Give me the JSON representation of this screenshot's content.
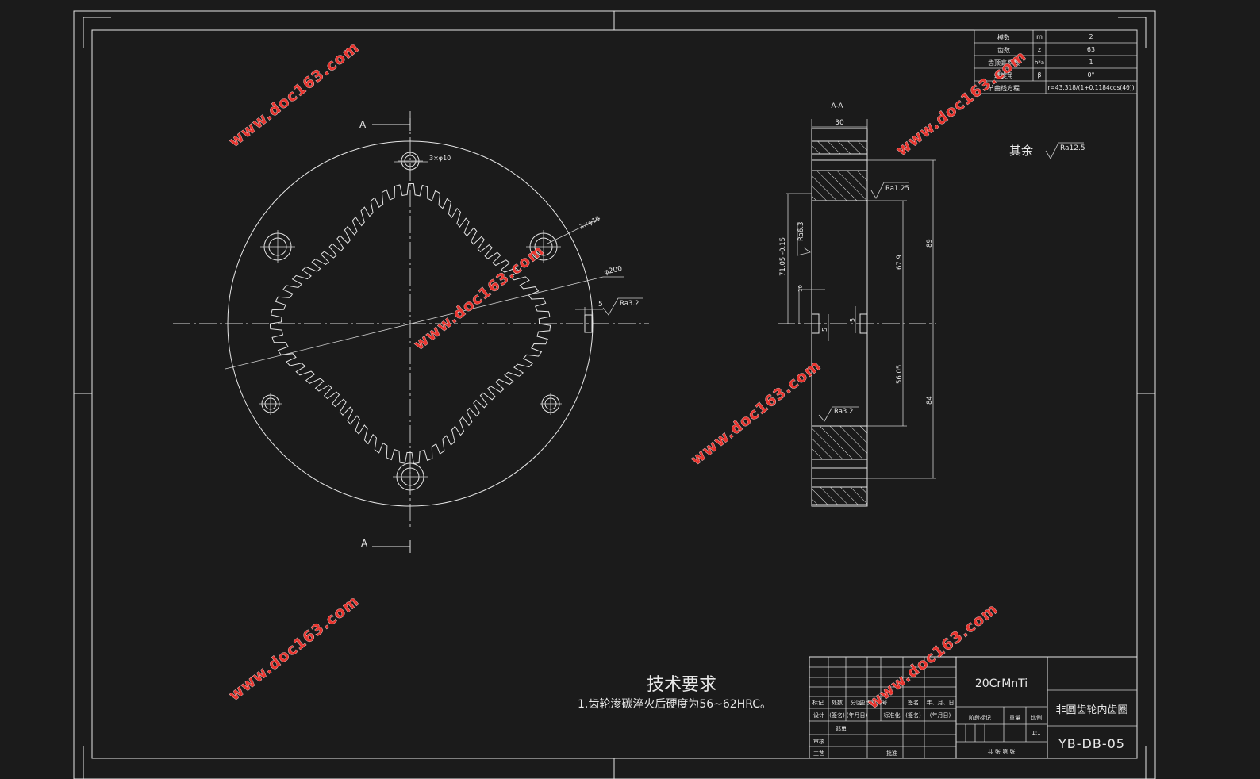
{
  "param_table": {
    "rows": [
      {
        "name": "模数",
        "symbol": "m",
        "value": "2"
      },
      {
        "name": "齿数",
        "symbol": "z",
        "value": "63"
      },
      {
        "name": "齿顶高系数",
        "symbol": "h*a",
        "value": "1"
      },
      {
        "name": "螺旋角",
        "symbol": "β",
        "value": "0°"
      },
      {
        "name": "节曲线方程",
        "symbol": "",
        "value": "r=43.318/(1+0.1184cos(4θ))"
      }
    ]
  },
  "section_label": "A-A",
  "section_marks": {
    "top": "A",
    "bottom": "A"
  },
  "front_view": {
    "holes_small": "3×φ10",
    "holes_large": "3×φ16",
    "outer_dia": "φ200",
    "keyway_width": "5",
    "keyway_ra": "Ra3.2"
  },
  "side_view": {
    "width": "30",
    "ra_1": "Ra1.25",
    "ra_2": "Ra6.3",
    "ra_3": "Ra3.2",
    "dim_outer": "71.05 -0.15",
    "dim_outer_tol": "0",
    "dim_679": "67.9",
    "dim_89": "89",
    "dim_5605": "56.05",
    "dim_84": "84",
    "dim_5a": "5",
    "dim_5b": "5",
    "dim_10": "10"
  },
  "surface_note": {
    "label": "其余",
    "ra": "Ra12.5"
  },
  "tech_req": {
    "title": "技术要求",
    "items": [
      "1.齿轮渗碳淬火后硬度为56~62HRC。"
    ]
  },
  "title_block": {
    "material": "20CrMnTi",
    "part_name": "非圆齿轮内齿圈",
    "drawing_no": "YB-DB-05",
    "scale": "1:1",
    "row_labels": [
      "标记",
      "处数",
      "分区",
      "更改文件号",
      "签名",
      "年、月、日"
    ],
    "design_row": [
      "设计",
      "(签名)",
      "(年月日)",
      "标准化",
      "(签名)",
      "(年月日)"
    ],
    "stage_labels": [
      "阶段标记",
      "重量",
      "比例"
    ],
    "review": "审核",
    "process": "工艺",
    "approve": "批准",
    "designer": "邓勇",
    "sheet": "共 张 第 张"
  },
  "watermark": "www.doc163.com"
}
